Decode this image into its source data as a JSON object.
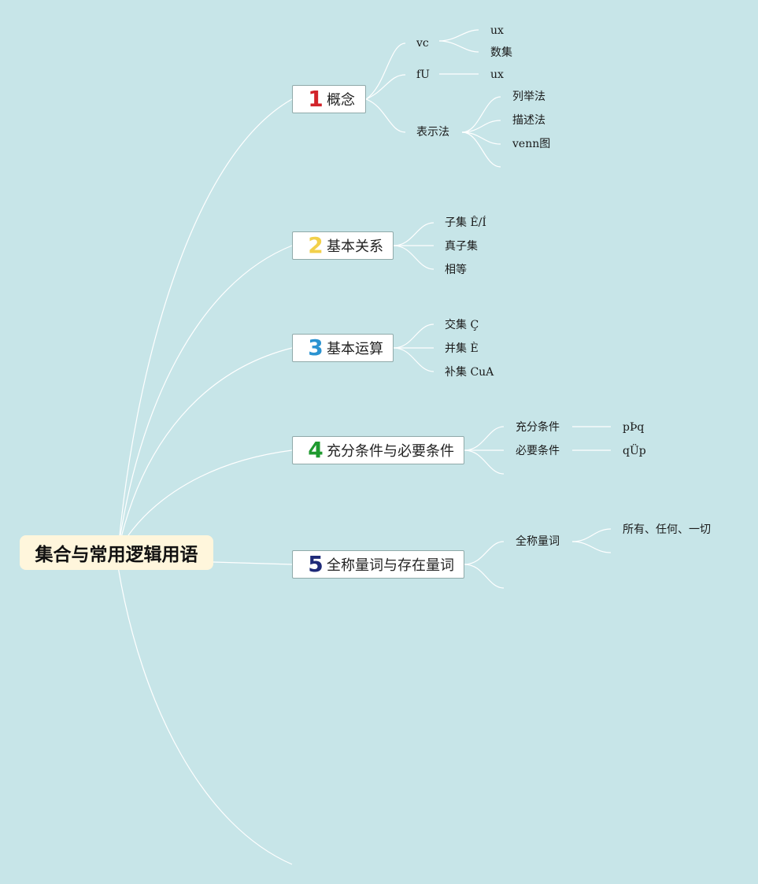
{
  "root": {
    "label": "集合与常用逻辑用语"
  },
  "colors": {
    "background": "#c7e5e8",
    "root_fill": "#fff6dc",
    "lines": "#ffffff",
    "num1": "#d2232a",
    "num2": "#f2d04a",
    "num3": "#2b93d1",
    "num4": "#1f9a2f",
    "num5": "#1e2a78"
  },
  "branches": [
    {
      "num": "1",
      "label": "概念"
    },
    {
      "num": "2",
      "label": "基本关系"
    },
    {
      "num": "3",
      "label": "基本运算"
    },
    {
      "num": "4",
      "label": "充分条件与必要条件"
    },
    {
      "num": "5",
      "label": "全称量词与存在量词"
    }
  ],
  "concept": {
    "vc": "vc",
    "vc_ux": "ux",
    "vc_numset": "数集",
    "fu": "fU",
    "fu_ux": "ux",
    "repr": "表示法",
    "repr_list": "列举法",
    "repr_desc": "描述法",
    "repr_venn": "venn图"
  },
  "relation": {
    "subset": "子集 Ê/Í",
    "proper": "真子集",
    "equal": "相等"
  },
  "operation": {
    "intersection": "交集 Ç",
    "union": "并集 È",
    "complement": "补集 CuA"
  },
  "condition": {
    "sufficient": "充分条件",
    "sufficient_val": "pÞq",
    "necessary": "必要条件",
    "necessary_val": "qÜp"
  },
  "quantifier": {
    "universal": "全称量词",
    "universal_val": "所有、任何、一切"
  }
}
